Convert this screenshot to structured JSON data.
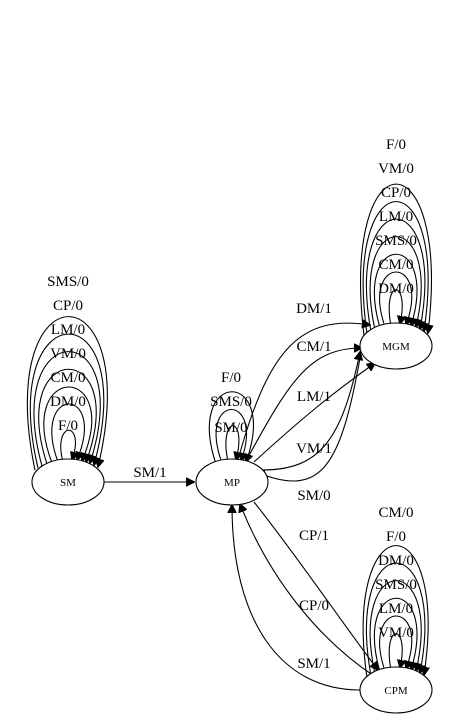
{
  "diagram": {
    "nodes": [
      {
        "id": "SM",
        "label": "SM"
      },
      {
        "id": "MP",
        "label": "MP"
      },
      {
        "id": "MGM",
        "label": "MGM"
      },
      {
        "id": "CPM",
        "label": "CPM"
      }
    ],
    "edges": [
      {
        "from": "SM",
        "to": "SM",
        "label": "F/0"
      },
      {
        "from": "SM",
        "to": "SM",
        "label": "DM/0"
      },
      {
        "from": "SM",
        "to": "SM",
        "label": "CM/0"
      },
      {
        "from": "SM",
        "to": "SM",
        "label": "VM/0"
      },
      {
        "from": "SM",
        "to": "SM",
        "label": "LM/0"
      },
      {
        "from": "SM",
        "to": "SM",
        "label": "CP/0"
      },
      {
        "from": "SM",
        "to": "SM",
        "label": "SMS/0"
      },
      {
        "from": "SM",
        "to": "MP",
        "label": "SM/1"
      },
      {
        "from": "MP",
        "to": "MP",
        "label": "SM/0"
      },
      {
        "from": "MP",
        "to": "MP",
        "label": "SMS/0"
      },
      {
        "from": "MP",
        "to": "MP",
        "label": "F/0"
      },
      {
        "from": "MP",
        "to": "MGM",
        "label": "DM/1"
      },
      {
        "from": "MP",
        "to": "MGM",
        "label": "CM/1"
      },
      {
        "from": "MP",
        "to": "MGM",
        "label": "LM/1"
      },
      {
        "from": "MP",
        "to": "MGM",
        "label": "VM/1"
      },
      {
        "from": "MGM",
        "to": "MP",
        "label": "SM/0"
      },
      {
        "from": "MP",
        "to": "CPM",
        "label": "CP/1"
      },
      {
        "from": "CPM",
        "to": "MP",
        "label": "CP/0"
      },
      {
        "from": "CPM",
        "to": "MP",
        "label": "SM/1"
      },
      {
        "from": "MGM",
        "to": "MGM",
        "label": "DM/0"
      },
      {
        "from": "MGM",
        "to": "MGM",
        "label": "CM/0"
      },
      {
        "from": "MGM",
        "to": "MGM",
        "label": "SMS/0"
      },
      {
        "from": "MGM",
        "to": "MGM",
        "label": "LM/0"
      },
      {
        "from": "MGM",
        "to": "MGM",
        "label": "CP/0"
      },
      {
        "from": "MGM",
        "to": "MGM",
        "label": "VM/0"
      },
      {
        "from": "MGM",
        "to": "MGM",
        "label": "F/0"
      },
      {
        "from": "CPM",
        "to": "CPM",
        "label": "VM/0"
      },
      {
        "from": "CPM",
        "to": "CPM",
        "label": "LM/0"
      },
      {
        "from": "CPM",
        "to": "CPM",
        "label": "SMS/0"
      },
      {
        "from": "CPM",
        "to": "CPM",
        "label": "DM/0"
      },
      {
        "from": "CPM",
        "to": "CPM",
        "label": "F/0"
      },
      {
        "from": "CPM",
        "to": "CPM",
        "label": "CM/0"
      }
    ]
  }
}
